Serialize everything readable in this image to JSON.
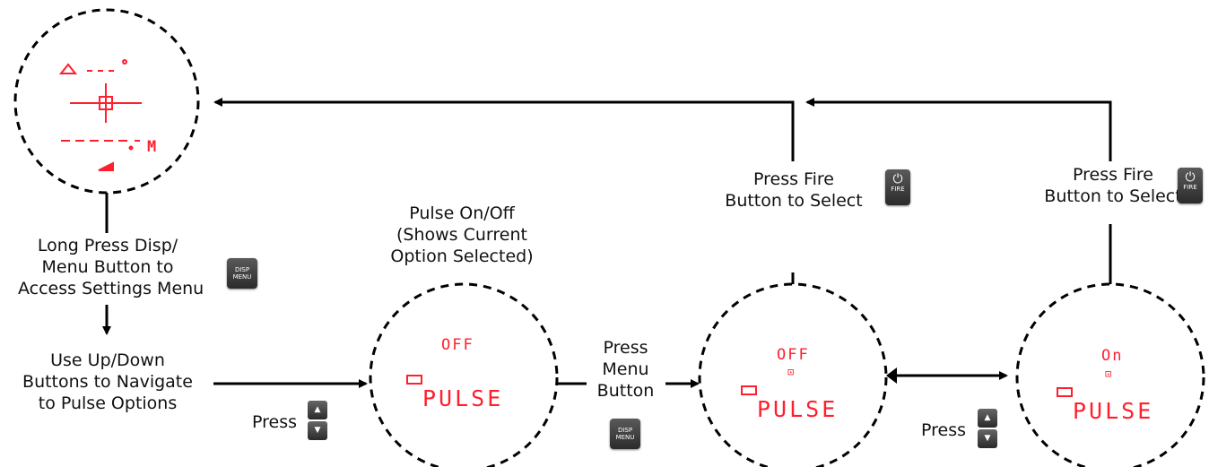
{
  "labels": {
    "long_press": [
      "Long Press Disp/",
      "Menu Button to",
      "Access Settings Menu"
    ],
    "use_updown": [
      "Use Up/Down",
      "Buttons to Navigate",
      "to Pulse Options"
    ],
    "pulse_onoff": [
      "Pulse On/Off",
      "(Shows Current",
      "Option Selected)"
    ],
    "press_1": "Press",
    "press_menu": [
      "Press",
      "Menu",
      "Button"
    ],
    "press_fire_1": [
      "Press Fire",
      "Button to Select"
    ],
    "press_fire_2": [
      "Press Fire",
      "Button to Select"
    ],
    "press_2": "Press"
  },
  "displays": {
    "d1": {
      "option": "OFF",
      "mode": "PULSE"
    },
    "d2": {
      "option": "OFF",
      "mode": "PULSE"
    },
    "d3": {
      "option": "On",
      "mode": "PULSE"
    },
    "main_unit": "M"
  },
  "buttons": {
    "disp_menu": [
      "DISP",
      "MENU"
    ],
    "fire": "FIRE",
    "power_symbol": "⏻"
  },
  "colors": {
    "display_red": "#ff1f2d",
    "line": "#000000",
    "button_dark": "#3a3a3a"
  },
  "icons": [
    "reticle-icon",
    "battery-icon",
    "power-icon",
    "up-arrow-icon",
    "down-arrow-icon"
  ]
}
